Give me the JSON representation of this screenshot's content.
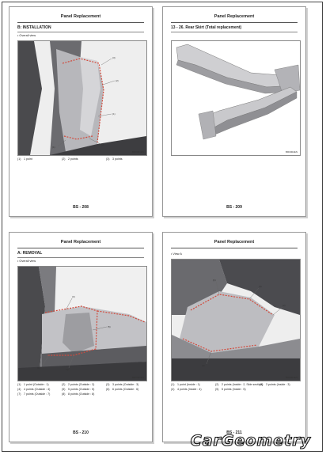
{
  "pages": [
    {
      "header": "Panel Replacement",
      "section": "B:   INSTALLATION",
      "bullet": "•   Overall view",
      "figure_code": "BR0001EN",
      "legend": [
        "(1)",
        "1 point",
        "(2)",
        "2 points",
        "(3)",
        "3 points"
      ],
      "page_number": "BS - 208"
    },
    {
      "header": "Panel Replacement",
      "section": "13 - 26.  Rear Skirt (Total replacement)",
      "bullet": "",
      "figure_code": "BR0002EN",
      "legend": [],
      "page_number": "BS - 209"
    },
    {
      "header": "Panel Replacement",
      "section": "A:   REMOVAL",
      "bullet": "•   Overall view",
      "figure_code": "BR0003EN",
      "legend": [
        "(1)",
        "1 point (Outside : 1)",
        "(2)",
        "2 points (Outside : 2)",
        "(3)",
        "3 points (Outside : 3)",
        "(4)",
        "4 points (Outside : 4)",
        "(5)",
        "5 points (Outside : 5)",
        "(6)",
        "6 points (Outside : 6)",
        "(7)",
        "7 points (Outside : 7)",
        "(8)",
        "8 points (Outside : 8)",
        "",
        ""
      ],
      "page_number": "BS - 210"
    },
    {
      "header": "Panel Replacement",
      "section": "",
      "bullet": "•   View A",
      "figure_code": "BR0004EN",
      "legend": [
        "(1)",
        "1 point (Inside : 1)",
        "(2)",
        "2 points (Inside : 2, Side section)",
        "(3)",
        "3 points (Inside : 3)",
        "(4)",
        "4 points (Inside : 4)",
        "(5)",
        "5 points (Inside : 5)",
        "",
        ""
      ],
      "page_number": "BS - 211"
    }
  ],
  "watermark": "CarGeometry",
  "colors": {
    "weld_marks": "#d24a3c",
    "panel_dark": "#3d3d40",
    "panel_light": "#c9c9cb"
  }
}
